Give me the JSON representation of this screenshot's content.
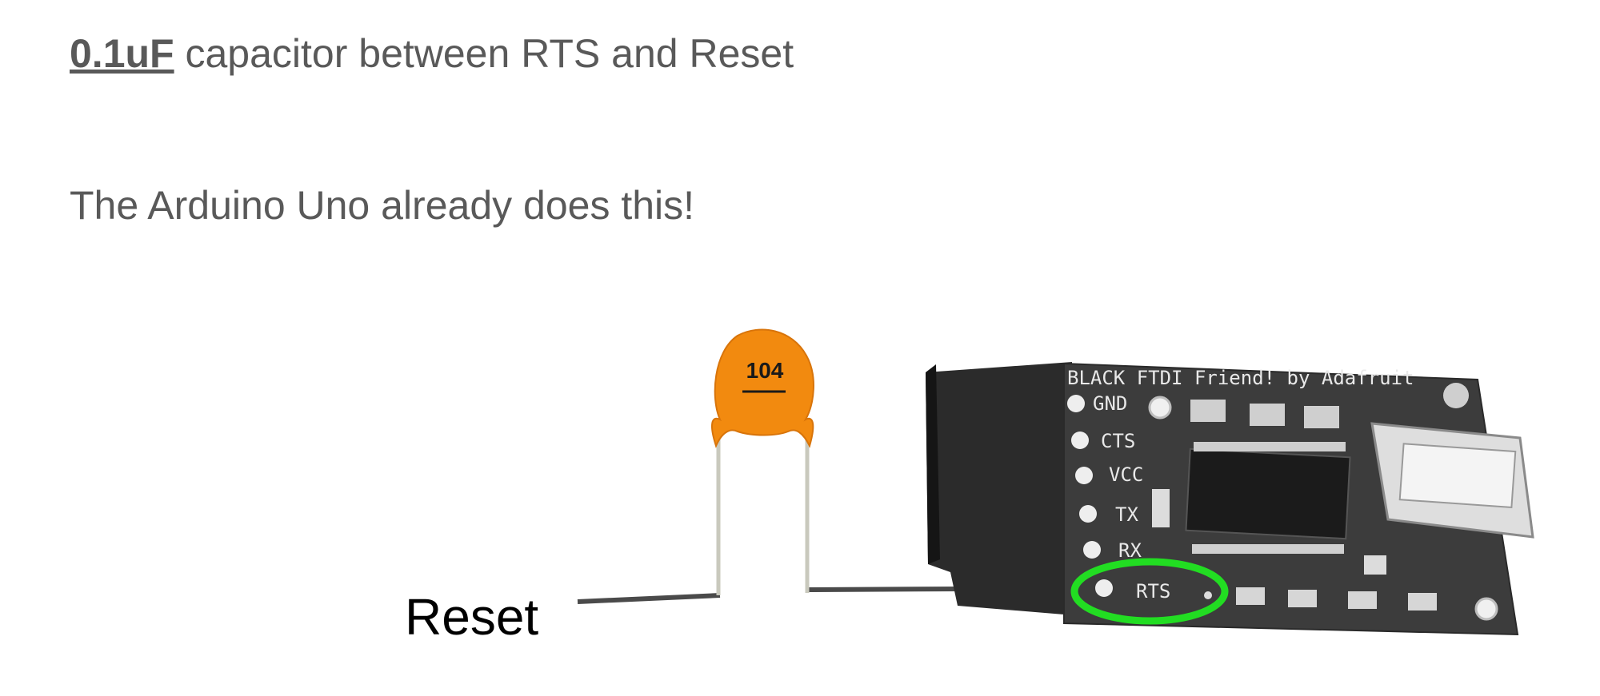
{
  "slide": {
    "line1": {
      "emphasis": "0.1uF",
      "rest": " capacitor between RTS and Reset"
    },
    "line2": "The Arduino Uno already does this!",
    "reset_label": "Reset"
  },
  "capacitor": {
    "code": "104",
    "color": "#f28a0f"
  },
  "board": {
    "title": "BLACK FTDI Friend! by Adafruit",
    "pins": [
      "GND",
      "CTS",
      "VCC",
      "TX",
      "RX",
      "RTS"
    ],
    "highlight_color": "#22dd22"
  }
}
